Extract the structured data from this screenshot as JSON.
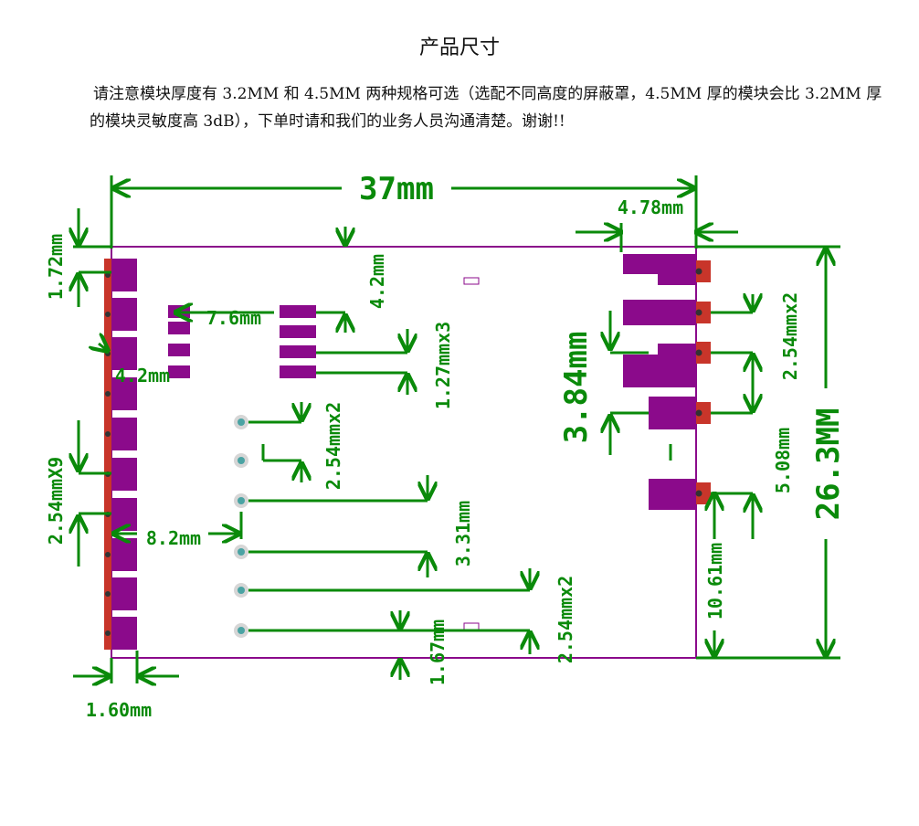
{
  "document": {
    "title": "产品尺寸",
    "note": "请注意模块厚度有 3.2MM 和 4.5MM 两种规格可选（选配不同高度的屏蔽罩，4.5MM 厚的模块会比 3.2MM 厚的模块灵敏度高 3dB），下单时请和我们的业务人员沟通清楚。谢谢!!"
  },
  "colors": {
    "dimension": "#0a8a0a",
    "pad": "#8b0a8b",
    "pad_edge": "#c8352a",
    "outline": "#8b0a8b",
    "via": "#4aa3a3"
  },
  "dimensions": {
    "width": "37mm",
    "height": "26.3MM",
    "top_right": "4.78mm",
    "left_top": "1.72mm",
    "left_pitch": "2.54mmX9",
    "left_pad_width": "1.60mm",
    "inner_gap_1": "7.6mm",
    "inner_gap_2": "4.2mm",
    "inner_gap_3": "4.2mm",
    "inner_gap_4": "8.2mm",
    "pitch_127": "1.27mmx3",
    "pitch_254_a": "2.54mmx2",
    "dim_331": "3.31mm",
    "dim_167": "1.67mm",
    "pitch_254_b": "2.54mmx2",
    "dim_384": "3.84mm",
    "right_pitch": "2.54mmx2",
    "dim_508": "5.08mm",
    "dim_1061": "10.61mm"
  }
}
